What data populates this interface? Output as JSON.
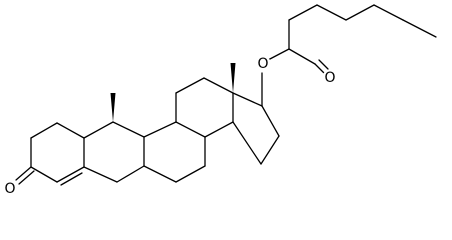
{
  "molecule": {
    "atom_labels": {
      "ketone_oxygen": "O",
      "ester_ring_oxygen": "O",
      "ester_carbonyl_oxygen": "O"
    }
  }
}
